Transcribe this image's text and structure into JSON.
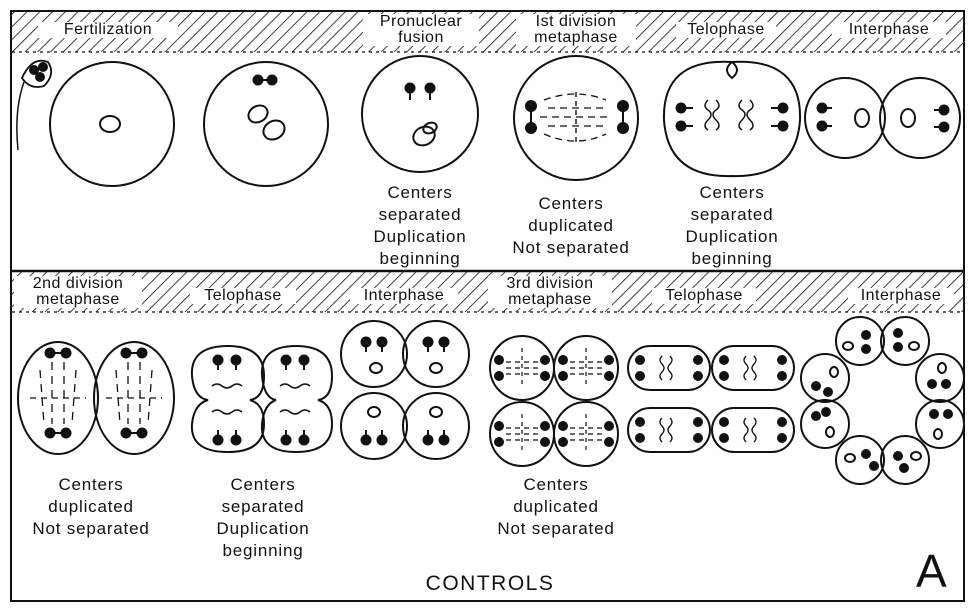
{
  "row1": {
    "stages": [
      {
        "lines": [
          "Fertilization"
        ]
      },
      {
        "lines": [
          "Pronuclear",
          "fusion"
        ]
      },
      {
        "lines": [
          "Ist division",
          "metaphase"
        ]
      },
      {
        "lines": [
          "Telophase"
        ]
      },
      {
        "lines": [
          "Interphase"
        ]
      }
    ],
    "captions": [
      {
        "lines": [
          "Centers",
          "separated",
          "Duplication",
          "beginning"
        ]
      },
      {
        "lines": [
          "Centers",
          "duplicated",
          "Not separated"
        ]
      },
      {
        "lines": [
          "Centers",
          "separated",
          "Duplication",
          "beginning"
        ]
      }
    ]
  },
  "row2": {
    "stages": [
      {
        "lines": [
          "2nd division",
          "metaphase"
        ]
      },
      {
        "lines": [
          "Telophase"
        ]
      },
      {
        "lines": [
          "Interphase"
        ]
      },
      {
        "lines": [
          "3rd division",
          "metaphase"
        ]
      },
      {
        "lines": [
          "Telophase"
        ]
      },
      {
        "lines": [
          "Interphase"
        ]
      }
    ],
    "captions": [
      {
        "lines": [
          "Centers",
          "duplicated",
          "Not separated"
        ]
      },
      {
        "lines": [
          "Centers",
          "separated",
          "Duplication",
          "beginning"
        ]
      },
      {
        "lines": [
          "Centers",
          "duplicated",
          "Not separated"
        ]
      }
    ]
  },
  "footer": {
    "label": "CONTROLS",
    "panel_letter": "A"
  }
}
